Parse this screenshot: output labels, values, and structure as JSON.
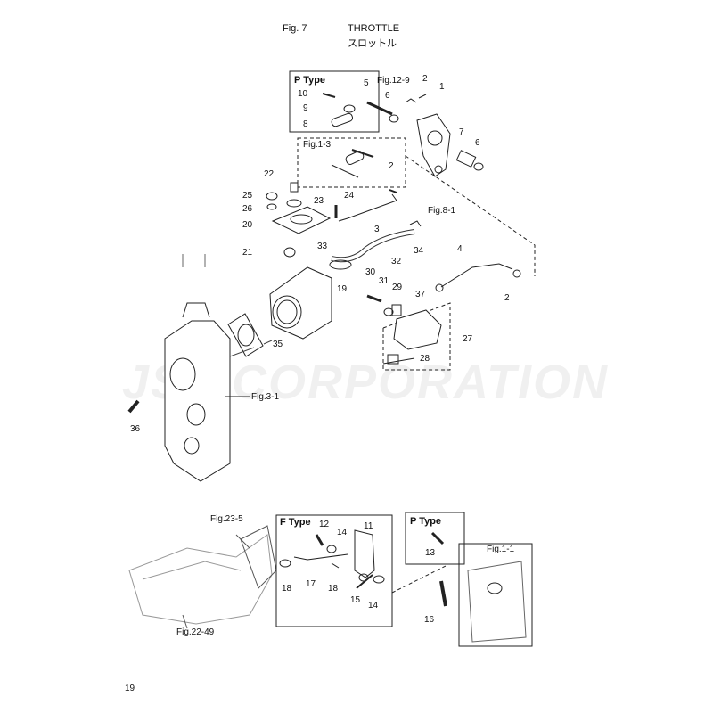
{
  "header": {
    "fig": "Fig. 7",
    "title": "THROTTLE",
    "title_jp": "スロットル"
  },
  "watermark": "JSP CORPORATION",
  "page_number": "19",
  "boxes": {
    "p_type_1": "P Type",
    "f_type": "F Type",
    "p_type_2": "P Type"
  },
  "refs": {
    "fig12_9": "Fig.12-9",
    "fig1_3": "Fig.1-3",
    "fig8_1": "Fig.8-1",
    "fig3_1": "Fig.3-1",
    "fig23_5": "Fig.23-5",
    "fig22_49": "Fig.22-49",
    "fig1_1": "Fig.1-1"
  },
  "parts": {
    "p1": "1",
    "p2a": "2",
    "p2b": "2",
    "p2c": "2",
    "p3": "3",
    "p4": "4",
    "p5": "5",
    "p6a": "6",
    "p6b": "6",
    "p7": "7",
    "p8": "8",
    "p9": "9",
    "p10": "10",
    "p11": "11",
    "p12": "12",
    "p13": "13",
    "p14a": "14",
    "p14b": "14",
    "p15": "15",
    "p16": "16",
    "p17": "17",
    "p18a": "18",
    "p18b": "18",
    "p19": "19",
    "p20": "20",
    "p21": "21",
    "p22": "22",
    "p23": "23",
    "p24": "24",
    "p25": "25",
    "p26": "26",
    "p27": "27",
    "p28": "28",
    "p29": "29",
    "p30": "30",
    "p31": "31",
    "p32": "32",
    "p33": "33",
    "p34": "34",
    "p35": "35",
    "p36": "36",
    "p37": "37"
  }
}
